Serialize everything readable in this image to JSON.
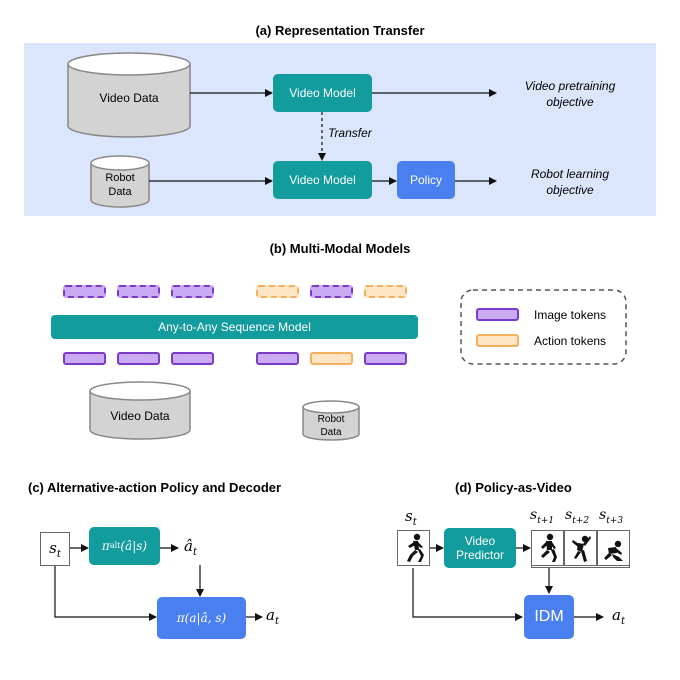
{
  "panel_a": {
    "title": "(a) Representation Transfer",
    "video_data": "Video Data",
    "video_model_top": "Video Model",
    "video_model_bottom": "Video Model",
    "transfer": "Transfer",
    "policy": "Policy",
    "robot_data": "Robot\nData",
    "video_objective": "Video pretraining\nobjective",
    "robot_objective": "Robot learning\nobjective"
  },
  "panel_b": {
    "title": "(b) Multi-Modal Models",
    "sequence_model": "Any-to-Any Sequence Model",
    "video_data": "Video Data",
    "robot_data": "Robot\nData",
    "legend": {
      "image_tokens": "Image tokens",
      "action_tokens": "Action tokens"
    }
  },
  "panel_c": {
    "title": "(c) Alternative-action Policy and Decoder",
    "state": "s",
    "state_sub": "t",
    "alt_policy": "π",
    "alt_policy_sub": "alt",
    "alt_policy_arg": "(â|s)",
    "alt_action": "â",
    "alt_action_sub": "t",
    "decoder": "π(a|â, s)",
    "action": "a",
    "action_sub": "t"
  },
  "panel_d": {
    "title": "(d) Policy-as-Video",
    "state": "s",
    "state_sub": "t",
    "video_predictor": "Video\nPredictor",
    "future_states": [
      {
        "base": "s",
        "sub": "t+1"
      },
      {
        "base": "s",
        "sub": "t+2"
      },
      {
        "base": "s",
        "sub": "t+3"
      }
    ],
    "idm": "IDM",
    "action": "a",
    "action_sub": "t"
  },
  "colors": {
    "panel_bg": "#dbe5fb",
    "teal": "#129c9d",
    "blue": "#4a7ff0",
    "image_token_fill": "#c9aaf3",
    "image_token_border": "#7a3bc8",
    "action_token_fill": "#fde4c4",
    "action_token_border": "#f3b15d"
  }
}
